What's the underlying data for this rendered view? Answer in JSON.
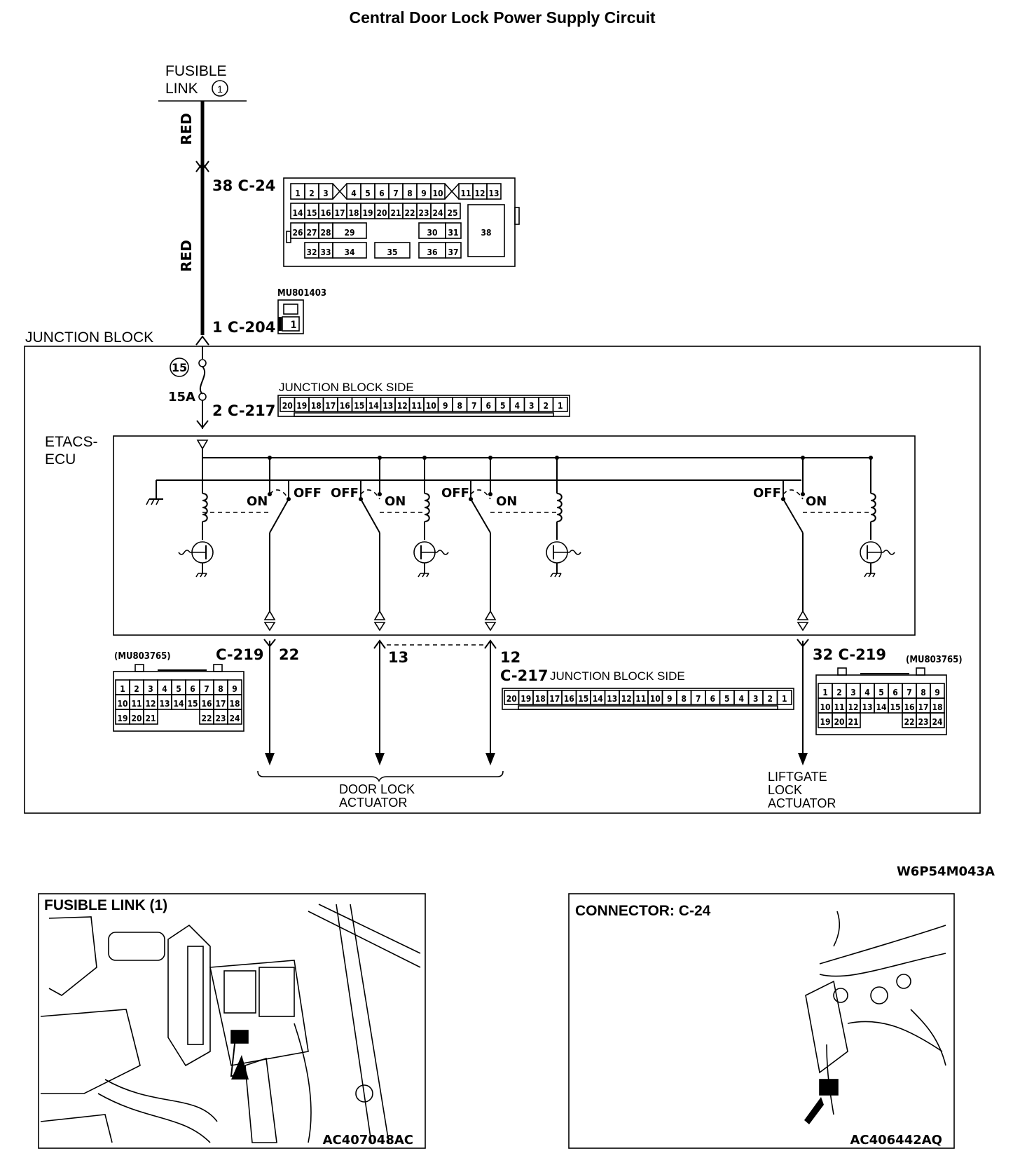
{
  "title": "Central Door Lock Power Supply Circuit",
  "fusible_link": {
    "line1": "FUSIBLE",
    "line2": "LINK",
    "number": "1"
  },
  "wire_colors": {
    "upper": "RED",
    "lower": "RED"
  },
  "c24": {
    "pin_label": "38 C-24",
    "row1": [
      "1",
      "2",
      "3",
      "4",
      "5",
      "6",
      "7",
      "8",
      "9",
      "10",
      "11",
      "12",
      "13"
    ],
    "row2": [
      "14",
      "15",
      "16",
      "17",
      "18",
      "19",
      "20",
      "21",
      "22",
      "23",
      "24",
      "25"
    ],
    "row3": [
      "26",
      "27",
      "28",
      "29",
      "30",
      "31"
    ],
    "row4": [
      "32",
      "33",
      "34",
      "35",
      "36",
      "37"
    ],
    "big_pin": "38"
  },
  "c204": {
    "part": "MU801403",
    "pin_label": "1 C-204",
    "pin": "1"
  },
  "junction_block": {
    "label": "JUNCTION BLOCK",
    "fuse_number": "15",
    "fuse_rating": "15A",
    "c217_top_label": "2 C-217",
    "side_label": "JUNCTION BLOCK SIDE",
    "c217_pins": [
      "20",
      "19",
      "18",
      "17",
      "16",
      "15",
      "14",
      "13",
      "12",
      "11",
      "10",
      "9",
      "8",
      "7",
      "6",
      "5",
      "4",
      "3",
      "2",
      "1"
    ]
  },
  "ecu": {
    "label_line1": "ETACS-",
    "label_line2": "ECU",
    "switches": [
      {
        "on": "ON",
        "off": "OFF"
      },
      {
        "on": "ON",
        "off": "OFF"
      },
      {
        "on": "ON",
        "off": "OFF"
      },
      {
        "on": "ON",
        "off": "OFF"
      }
    ]
  },
  "outputs": {
    "left_connector_label": "C-219",
    "left_pin": "22",
    "pin13": "13",
    "pin12": "12",
    "c217_bottom_label": "C-217",
    "c217_bottom_side": "JUNCTION BLOCK SIDE",
    "right_label": "32 C-219",
    "part_number": "(MU803765)",
    "c219_row1": [
      "1",
      "2",
      "3",
      "4",
      "5",
      "6",
      "7",
      "8",
      "9"
    ],
    "c219_row2": [
      "10",
      "11",
      "12",
      "13",
      "14",
      "15",
      "16",
      "17",
      "18"
    ],
    "c219_row3": [
      "19",
      "20",
      "21",
      "22",
      "23",
      "24"
    ]
  },
  "door_lock": {
    "line1": "DOOR LOCK",
    "line2": "ACTUATOR"
  },
  "liftgate": {
    "line1": "LIFTGATE",
    "line2": "LOCK",
    "line3": "ACTUATOR"
  },
  "figure_code": "W6P54M043A",
  "panel_left": {
    "title": "FUSIBLE LINK (1)",
    "code": "AC407048AC"
  },
  "panel_right": {
    "title": "CONNECTOR: C-24",
    "code": "AC406442AQ"
  }
}
